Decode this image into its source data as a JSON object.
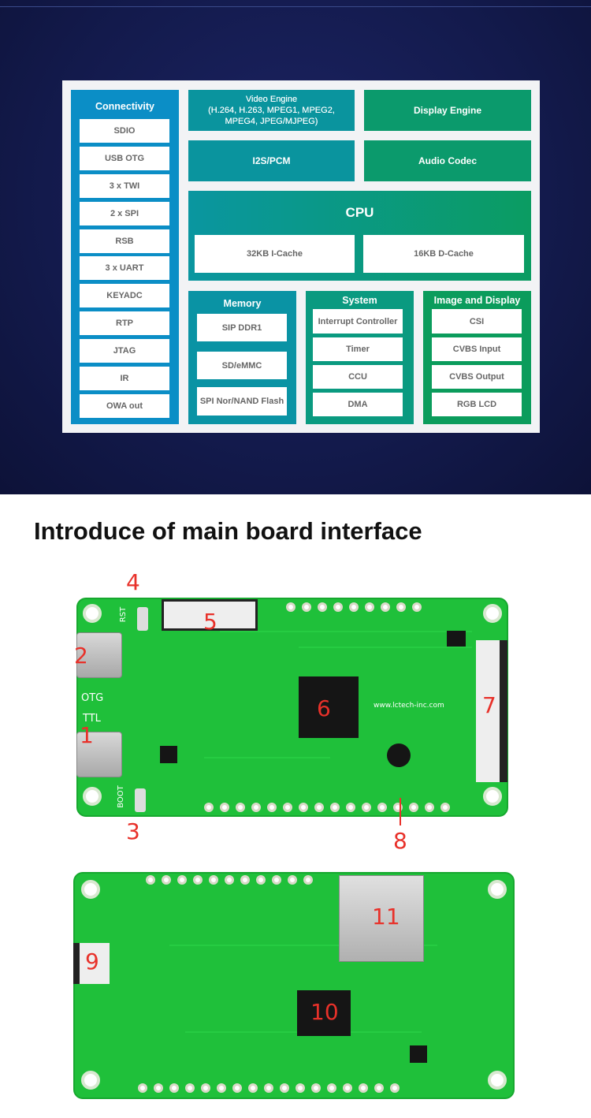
{
  "diagram": {
    "connectivity": {
      "title": "Connectivity",
      "items": [
        "SDIO",
        "USB OTG",
        "3 x TWI",
        "2 x SPI",
        "RSB",
        "3 x UART",
        "KEYADC",
        "RTP",
        "JTAG",
        "IR",
        "OWA out"
      ]
    },
    "video_engine": "Video Engine\n(H.264, H.263, MPEG1, MPEG2,\nMPEG4, JPEG/MJPEG)",
    "display_engine": "Display Engine",
    "i2s": "I2S/PCM",
    "audio_codec": "Audio Codec",
    "cpu": {
      "title": "CPU",
      "icache": "32KB I-Cache",
      "dcache": "16KB D-Cache"
    },
    "memory": {
      "title": "Memory",
      "items": [
        "SIP DDR1",
        "SD/eMMC",
        "SPI Nor/NAND Flash"
      ]
    },
    "system": {
      "title": "System",
      "items": [
        "Interrupt Controller",
        "Timer",
        "CCU",
        "DMA"
      ]
    },
    "image_display": {
      "title": "Image and Display",
      "items": [
        "CSI",
        "CVBS Input",
        "CVBS Output",
        "RGB LCD"
      ]
    }
  },
  "section_title": "Introduce of main board interface",
  "board_front": {
    "labels": [
      "1",
      "2",
      "3",
      "4",
      "5",
      "6",
      "7",
      "8"
    ],
    "silkscreen": {
      "otg": "OTG",
      "ttl": "TTL",
      "rst": "RST",
      "boot": "BOOT",
      "url": "www.lctech-inc.com"
    }
  },
  "board_back": {
    "labels": [
      "9",
      "10",
      "11"
    ]
  }
}
